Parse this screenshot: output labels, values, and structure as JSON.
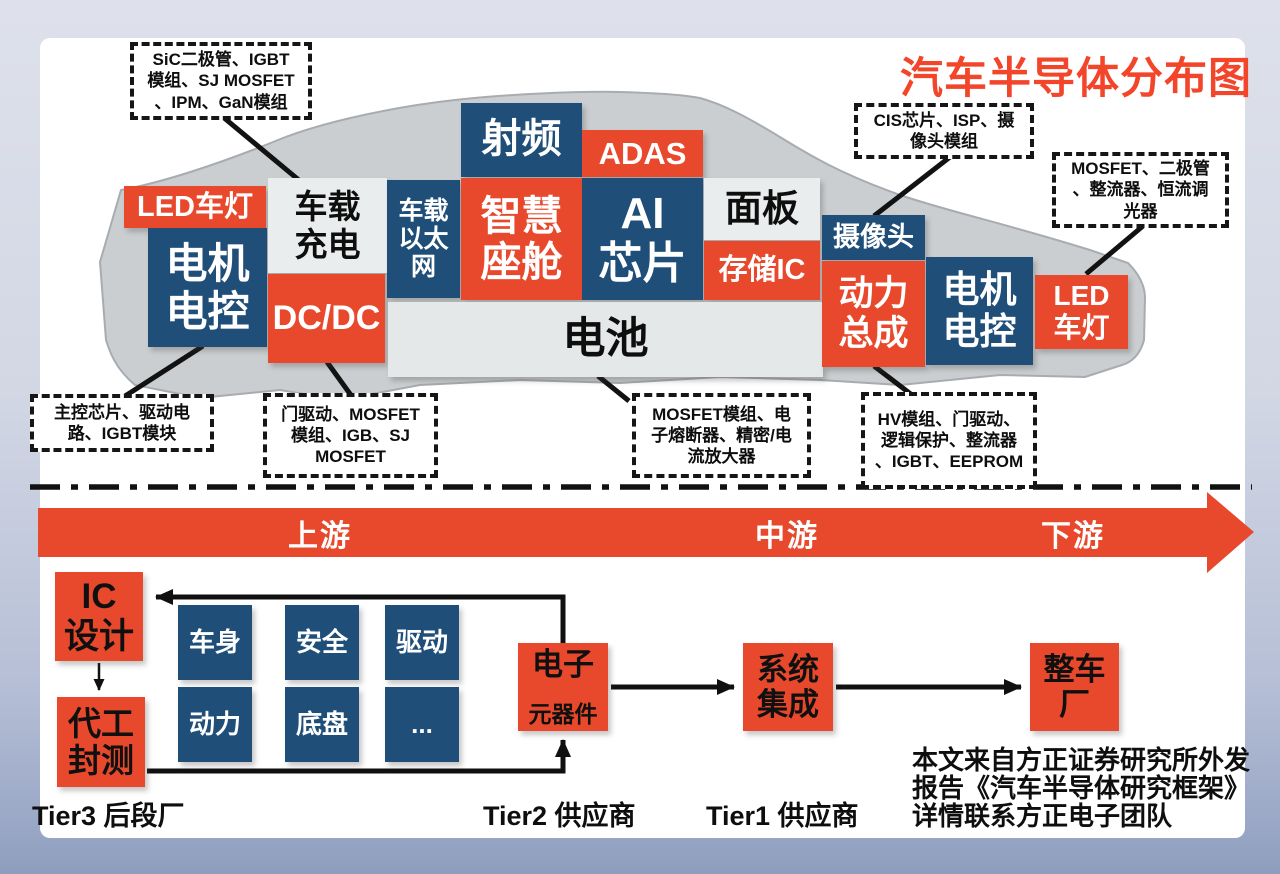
{
  "title": "汽车半导体分布图",
  "colors": {
    "accent_orange": "#E8492C",
    "accent_blue": "#1F4E79",
    "light_panel": "#EAEDEE",
    "car_gray": "#CBCED0",
    "title_red": "#F2452A"
  },
  "vehicle_components": {
    "led_left": "LED车灯",
    "motor_control_left": "电机\n电控",
    "onboard_charger": "车载\n充电",
    "dcdc": "DC/DC",
    "ethernet": "车载\n以太\n网",
    "rf": "射频",
    "adas": "ADAS",
    "smart_cockpit": "智慧\n座舱",
    "ai_chip": "AI\n芯片",
    "panel": "面板",
    "storage_ic": "存储IC",
    "battery": "电池",
    "camera": "摄像头",
    "powertrain": "动力\n总成",
    "motor_control_right": "电机\n电控",
    "led_right": "LED\n车灯"
  },
  "annotations": {
    "sic": "SiC二极管、IGBT\n模组、SJ MOSFET\n、IPM、GaN模组",
    "cis": "CIS芯片、ISP、摄\n像头模组",
    "mosfet_diode": "MOSFET、二极管\n、整流器、恒流调\n光器",
    "main_control": "主控芯片、驱动电\n路、IGBT模块",
    "gate_driver": "门驱动、MOSFET\n模组、IGB、SJ\nMOSFET",
    "mosfet_module": "MOSFET模组、电\n子熔断器、精密/电\n流放大器",
    "hv_module": "HV模组、门驱动、\n逻辑保护、整流器\n、IGBT、EEPROM"
  },
  "stream_arrow": {
    "upstream": "上游",
    "midstream": "中游",
    "downstream": "下游"
  },
  "supply_chain": {
    "ic_design": "IC\n设计",
    "foundry_osat": "代工\n封测",
    "domains": [
      "车身",
      "安全",
      "驱动",
      "动力",
      "底盘",
      "..."
    ],
    "components_line1": "电子",
    "components_line2": "元器件",
    "system_integration": "系统\n集成",
    "oem": "整车\n厂",
    "tier3": "Tier3 后段厂",
    "tier2": "Tier2 供应商",
    "tier1": "Tier1 供应商"
  },
  "source_note": {
    "line1": "本文来自方正证券研究所外发",
    "line2": "报告《汽车半导体研究框架》",
    "line3": "详情联系方正电子团队"
  }
}
